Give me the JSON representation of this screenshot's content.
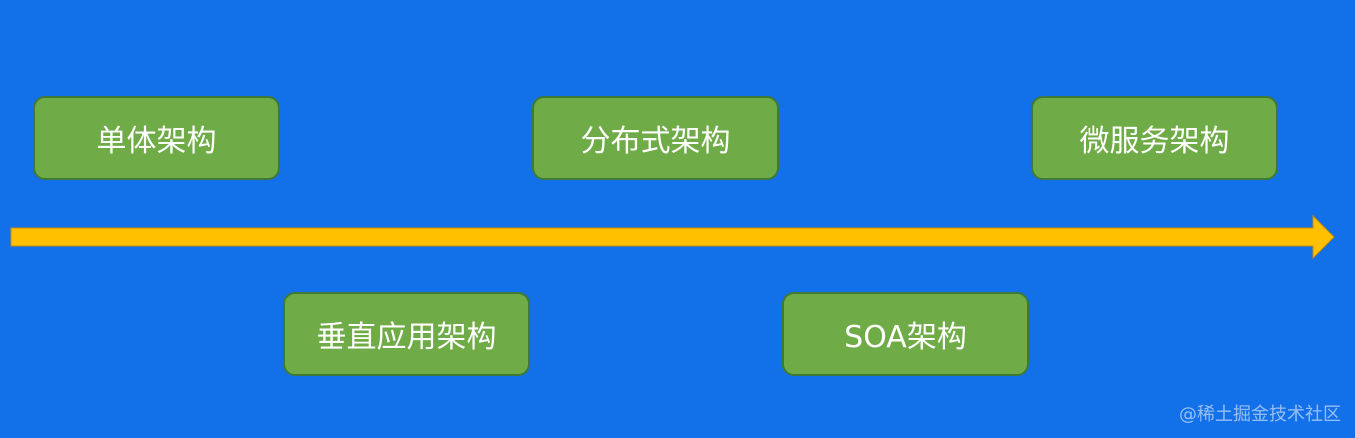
{
  "stages": [
    {
      "label": "单体架构"
    },
    {
      "label": "分布式架构"
    },
    {
      "label": "微服务架构"
    },
    {
      "label": "垂直应用架构"
    },
    {
      "label": "SOA架构"
    }
  ],
  "watermark": "@稀土掘金技术社区",
  "colors": {
    "background": "#1270e8",
    "box_fill": "#6fac47",
    "box_border": "#3f7a34",
    "arrow": "#ffc000",
    "arrow_border": "#c98f00"
  }
}
